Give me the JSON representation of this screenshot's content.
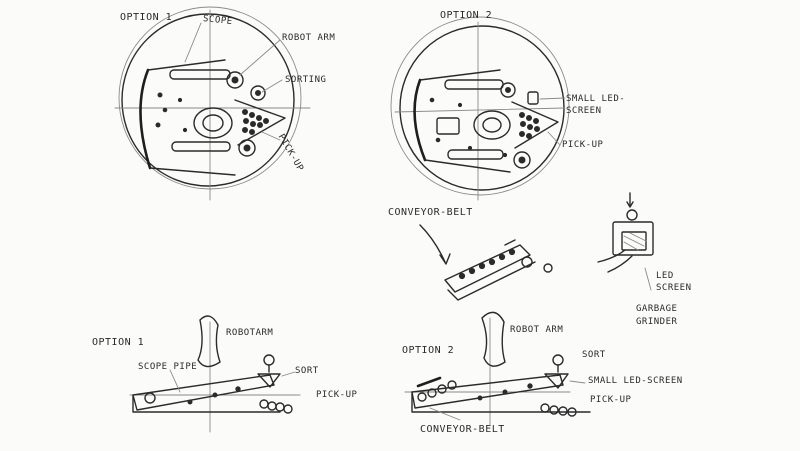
{
  "sketch": {
    "top_left": {
      "title": "OPTION 1",
      "scope": "SCOPE",
      "robot_arm": "ROBOT ARM",
      "sorting": "SORTING",
      "pick_up": "PICK-UP"
    },
    "top_right": {
      "title": "OPTION 2",
      "small_led_screen": "SMALL LED-SCREEN",
      "pick_up": "PICK-UP"
    },
    "middle": {
      "conveyor_belt": "CONVEYOR-BELT",
      "led_screen": "LED SCREEN",
      "garbage_grinder": "GARBAGE GRINDER"
    },
    "bottom_left": {
      "title": "OPTION 1",
      "robot_arm": "ROBOTARM",
      "scope_pipe": "SCOPE PIPE",
      "sort": "SORT",
      "pick_up": "PICK-UP"
    },
    "bottom_right": {
      "title": "OPTION 2",
      "robot_arm": "ROBOT ARM",
      "sort": "SORT",
      "small_led_screen": "SMALL LED-SCREEN",
      "pick_up": "PICK-UP",
      "conveyor_belt": "CONVEYOR-BELT"
    }
  }
}
